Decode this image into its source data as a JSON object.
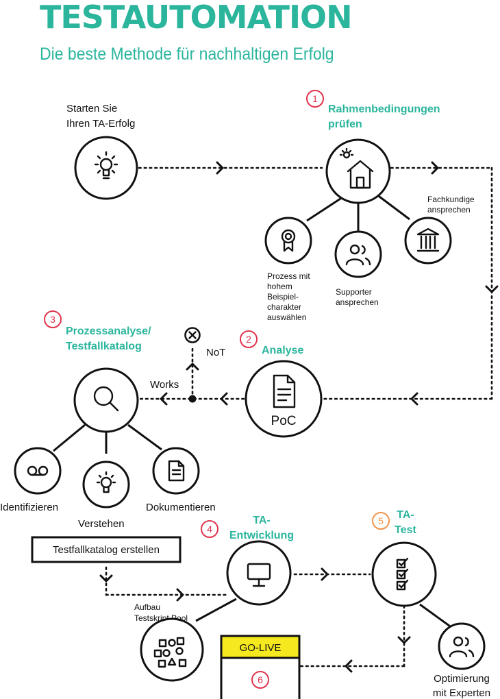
{
  "header": {
    "title": "TESTAUTOMATION",
    "subtitle": "Die beste Methode für nachhaltigen Erfolg"
  },
  "colors": {
    "accent_teal": "#2bb59d",
    "step_red": "#e0334d",
    "step_orange": "#f0944a",
    "golive_yellow": "#f5e81e",
    "line": "#111111"
  },
  "start": {
    "lines": [
      "Starten Sie",
      "Ihren TA-Erfolg"
    ],
    "icon": "lightbulb-icon"
  },
  "steps": {
    "s1": {
      "number": "1",
      "title_lines": [
        "Rahmenbedingungen",
        "prüfen"
      ],
      "icon": "house-sun-icon"
    },
    "s2": {
      "number": "2",
      "title_lines": [
        "Analyse"
      ],
      "icon": "document-icon",
      "center_label": "PoC"
    },
    "s3": {
      "number": "3",
      "title_lines": [
        "Prozessanalyse/",
        "Testfallkatalog"
      ],
      "icon": "magnifier-icon"
    },
    "s4": {
      "number": "4",
      "title_lines": [
        "TA-",
        "Entwicklung"
      ],
      "icon": "monitor-icon"
    },
    "s5": {
      "number": "5",
      "title_lines": [
        "TA-",
        "Test"
      ],
      "icon": "checklist-icon"
    },
    "s6": {
      "number": "6",
      "label": "GO-LIVE"
    }
  },
  "s1_children": {
    "prozess": {
      "lines": [
        "Prozess mit",
        "hohem",
        "Beispiel-",
        "charakter",
        "auswählen"
      ],
      "icon": "award-icon"
    },
    "supporter": {
      "lines": [
        "Supporter",
        "ansprechen"
      ],
      "icon": "people-icon"
    },
    "fachkundige": {
      "lines": [
        "Fachkundige",
        "ansprechen"
      ],
      "icon": "bank-icon"
    }
  },
  "decision": {
    "works": "Works",
    "not": "NoT"
  },
  "s3_children": {
    "identifizieren": {
      "label": "Identifizieren",
      "icon": "tape-icon"
    },
    "verstehen": {
      "label": "Verstehen",
      "icon": "lightbulb-icon"
    },
    "dokumentieren": {
      "label": "Dokumentieren",
      "icon": "document-icon"
    }
  },
  "catalog_box": {
    "label": "Testfallkatalog erstellen"
  },
  "pool": {
    "lines": [
      "Aufbau",
      "Testskript Pool"
    ],
    "icon": "shapes-icon"
  },
  "experts": {
    "lines": [
      "Optimierung",
      "mit Experten"
    ],
    "icon": "people-icon"
  }
}
